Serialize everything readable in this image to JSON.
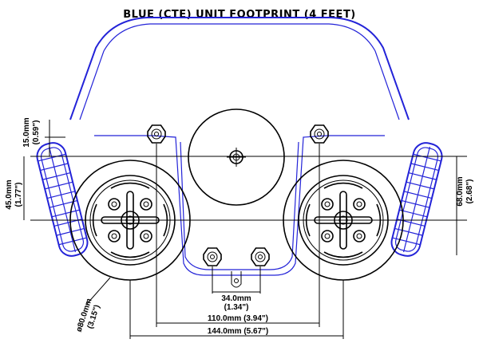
{
  "title": "BLUE (CTE) UNIT FOOTPRINT (4 FEET)",
  "dimensions": {
    "d15_mm": "15.0mm",
    "d15_in": "(0.59\")",
    "d45_mm": "45.0mm",
    "d45_in": "(1.77\")",
    "d68_mm": "68.0mm",
    "d68_in": "(2.68\")",
    "d80_mm": "ø80.0mm",
    "d80_in": "(3.15\")",
    "d34_mm": "34.0mm",
    "d34_in": "(1.34\")",
    "d110": "110.0mm (3.94\")",
    "d144": "144.0mm (5.67\")"
  },
  "colors": {
    "outline": "#2323d8",
    "lines": "#000000"
  }
}
